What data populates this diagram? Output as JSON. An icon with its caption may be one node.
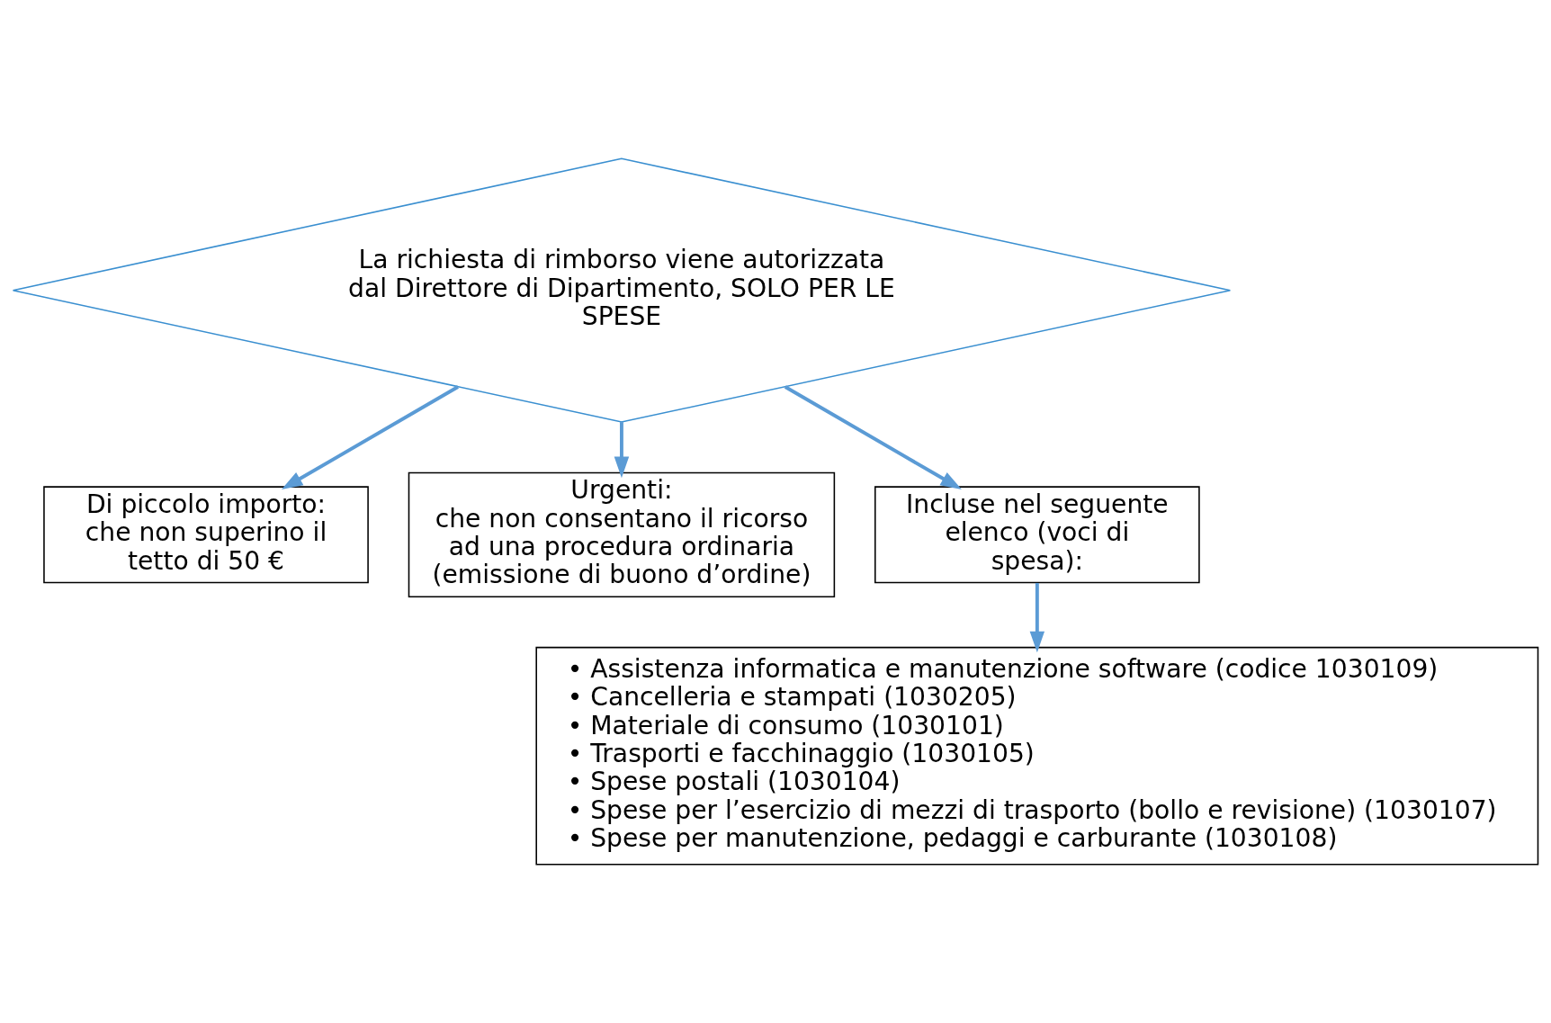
{
  "diagram": {
    "nodes": [
      {
        "text": [
          "La richiesta di rimborso viene autorizzata dal Direttore di Dipartimento, SOLO PER LE SPESE"
        ]
      },
      {
        "text": [
          "Di piccolo importo: che non superino il tetto di 50 €"
        ]
      },
      {
        "text": [
          "Urgenti:",
          "che non consentano il ricorso ad una procedura ordinaria (emissione di buono d’ordine)"
        ]
      },
      {
        "text": [
          "Incluse nel seguente elenco (voci di spesa):"
        ]
      },
      {
        "text": [
          "• Assistenza informatica e manutenzione software (codice 1030109)",
          "• Cancelleria e stampati (1030205)",
          "• Materiale di consumo (1030101)",
          "• Trasporti e facchinaggio (1030105)",
          "• Spese postali (1030104)",
          "• Spese per l’esercizio di mezzi di trasporto (bollo e revisione) (1030107)",
          "• Spese per manutenzione, pedaggi e carburante (1030108)"
        ]
      }
    ],
    "edges": [
      {
        "from": 0,
        "to": 1,
        "arrow": "to"
      },
      {
        "from": 0,
        "to": 2,
        "arrow": "to"
      },
      {
        "from": 0,
        "to": 3,
        "arrow": "to"
      },
      {
        "from": 3,
        "to": 4,
        "arrow": "to"
      }
    ]
  }
}
